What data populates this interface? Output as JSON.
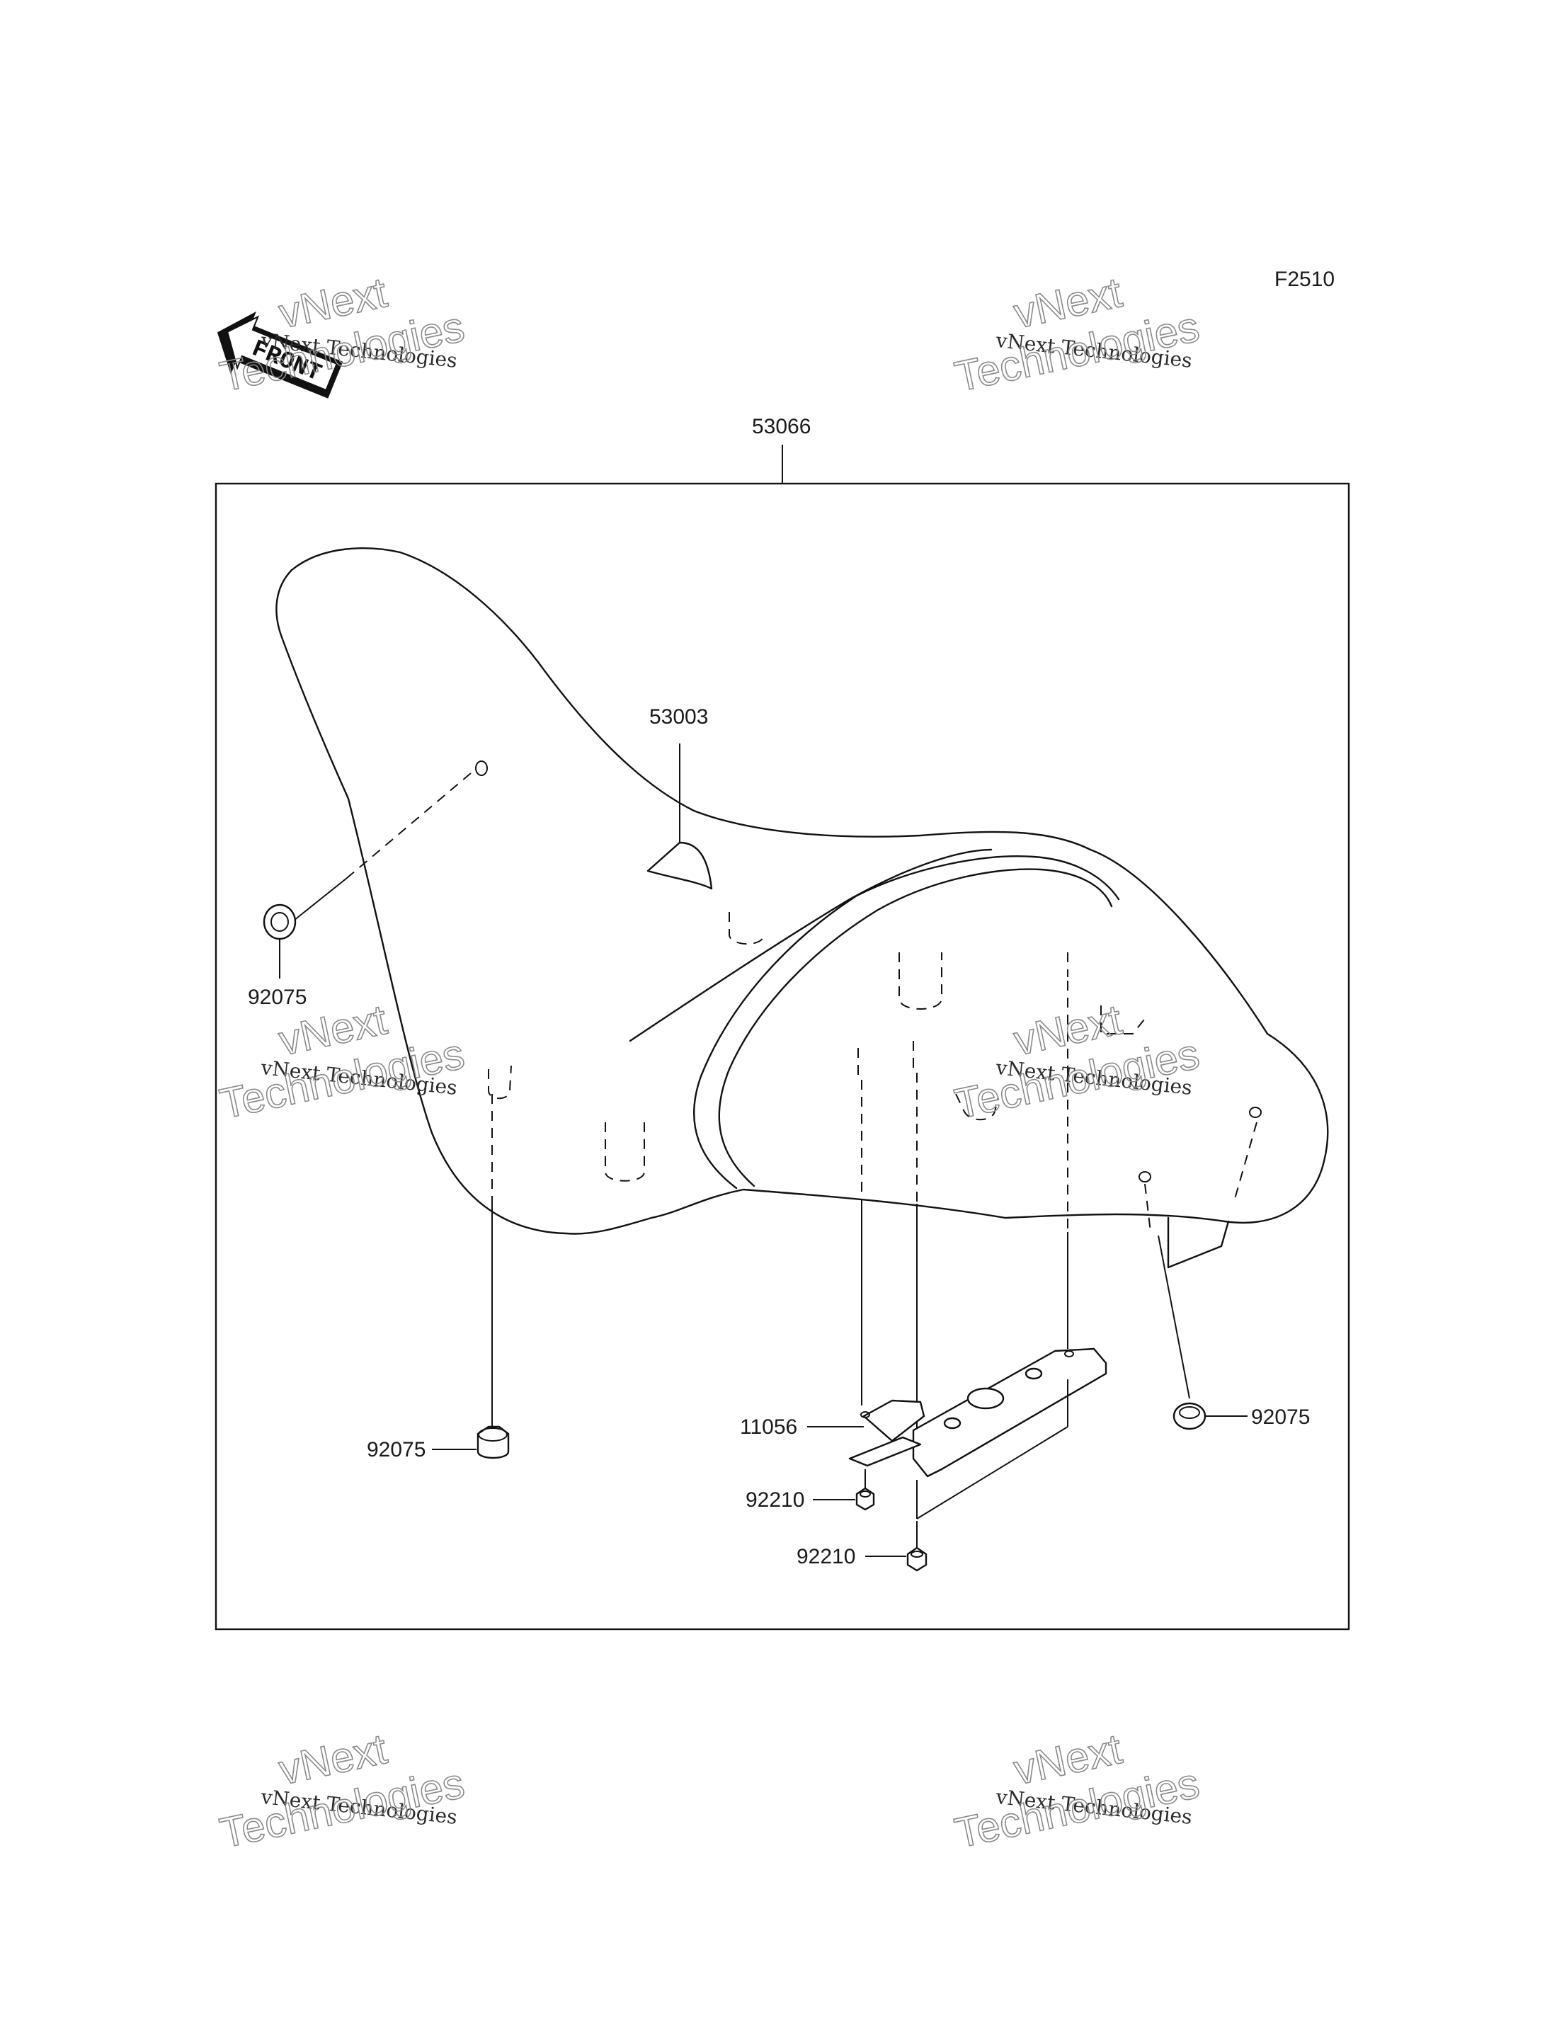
{
  "diagram_code": "F2510",
  "front_marker": "FRONT",
  "watermark": {
    "line1": "vNext",
    "line2": "Technologies",
    "line3": "vNext Technologies"
  },
  "parts": {
    "seat_assembly": "53066",
    "seat_cover": "53003",
    "damper_upper_left": "92075",
    "damper_lower_left": "92075",
    "damper_right": "92075",
    "bracket": "11056",
    "nut_upper": "92210",
    "nut_lower": "92210"
  }
}
